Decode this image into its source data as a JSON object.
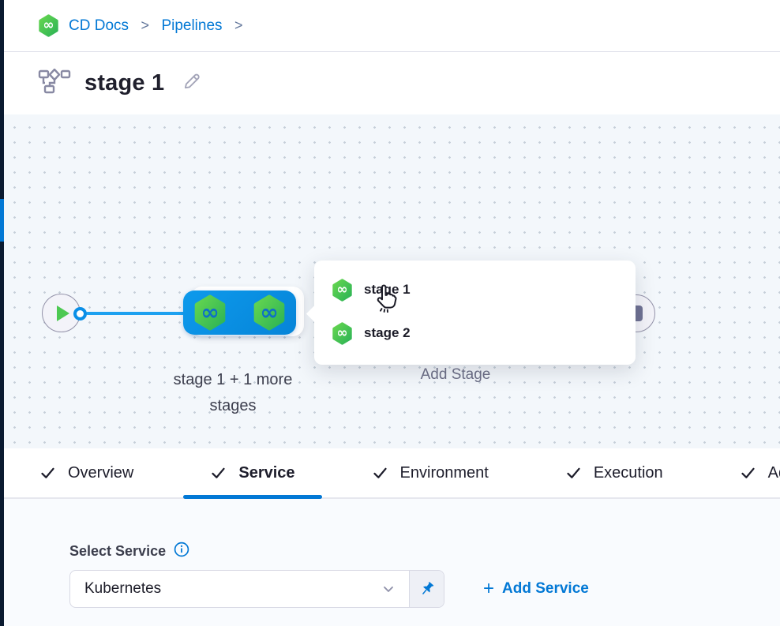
{
  "colors": {
    "accent": "#0278d5",
    "brand_green": "#3fc14f",
    "node_blue": "#0b92e4",
    "canvas_bg": "#f3f7fb"
  },
  "icons": {
    "infinity": "∞"
  },
  "breadcrumb": {
    "crumb1": "CD Docs",
    "crumb2": "Pipelines",
    "separator": ">"
  },
  "page": {
    "title": "stage 1"
  },
  "canvas": {
    "stage_group_label_line1": "stage 1 + 1 more",
    "stage_group_label_line2": "stages",
    "add_stage_label": "Add Stage",
    "popup_items": [
      {
        "label": "stage 1"
      },
      {
        "label": "stage 2"
      }
    ]
  },
  "tabs": [
    {
      "label": "Overview"
    },
    {
      "label": "Service"
    },
    {
      "label": "Environment"
    },
    {
      "label": "Execution"
    },
    {
      "label": "Advanced"
    }
  ],
  "active_tab": "Service",
  "service_form": {
    "label": "Select Service",
    "selected_value": "Kubernetes",
    "plus": "+",
    "add_service_label": "Add Service"
  }
}
